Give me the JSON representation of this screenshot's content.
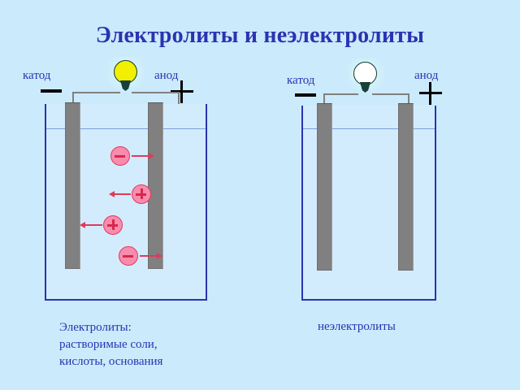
{
  "slide": {
    "title": "Электролиты и неэлектролиты",
    "background_color": "#cbeafc",
    "title_color": "#2b33b0"
  },
  "experiments": [
    {
      "id": "electrolyte",
      "cathode_label": "катод",
      "anode_label": "анод",
      "cathode_sign": "−",
      "anode_sign": "+",
      "bulb": {
        "name": "lamp",
        "state": "on",
        "glass_color": "#f2ef00",
        "base_color": "#16413a"
      },
      "solution_state": "conducting",
      "caption_lines": [
        "Электролиты:",
        "растворимые соли,",
        "кислоты, основания"
      ],
      "ions": [
        {
          "charge": "−",
          "direction": "right",
          "label": "anion-1"
        },
        {
          "charge": "+",
          "direction": "left",
          "label": "cation-1"
        },
        {
          "charge": "+",
          "direction": "left",
          "label": "cation-2"
        },
        {
          "charge": "−",
          "direction": "right",
          "label": "anion-2"
        }
      ]
    },
    {
      "id": "nonelectrolyte",
      "cathode_label": "катод",
      "anode_label": "анод",
      "cathode_sign": "−",
      "anode_sign": "+",
      "bulb": {
        "name": "lamp",
        "state": "off",
        "glass_color": "#ffffff",
        "base_color": "#16413a"
      },
      "solution_state": "non-conducting",
      "caption_lines": [
        "неэлектролиты"
      ],
      "ions": []
    }
  ],
  "colors": {
    "electrode": "#808080",
    "beaker_outline": "#2b33b0",
    "liquid": "#d3ecfd",
    "ion_fill": "#f98cae",
    "ion_stroke": "#e03a5a",
    "wire": "#808080",
    "sign": "#000000"
  }
}
